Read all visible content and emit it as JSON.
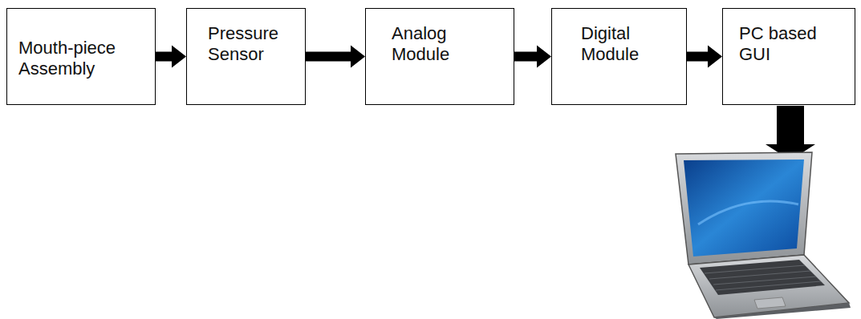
{
  "diagram": {
    "nodes": [
      {
        "text": [
          "Mouth-piece Assembly"
        ]
      },
      {
        "text": [
          "Pressure Sensor"
        ]
      },
      {
        "text": [
          "Analog Module"
        ]
      },
      {
        "text": [
          "Digital Module"
        ]
      },
      {
        "text": [
          "PC based GUI"
        ]
      }
    ],
    "edges": [
      {
        "from": 0,
        "to": 1,
        "arrow": "to"
      },
      {
        "from": 1,
        "to": 2,
        "arrow": "to"
      },
      {
        "from": 2,
        "to": 3,
        "arrow": "to"
      },
      {
        "from": 3,
        "to": 4,
        "arrow": "to"
      }
    ]
  }
}
